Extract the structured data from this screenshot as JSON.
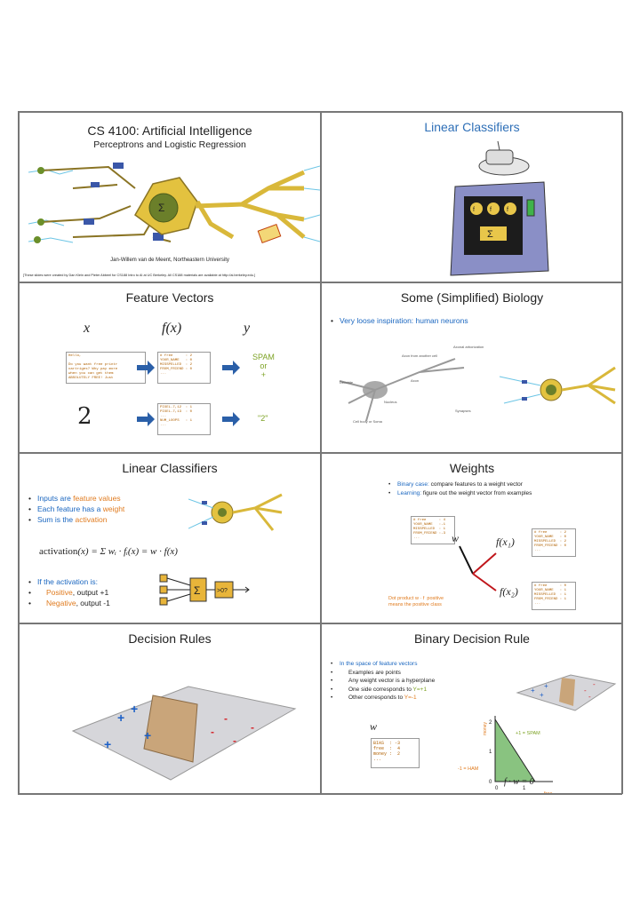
{
  "s1": {
    "title": "CS 4100: Artificial Intelligence",
    "subtitle": "Perceptrons and Logistic Regression",
    "author": "Jan-Willem van de Meent, Northeastern University",
    "credit": "[These slides were created by Dan Klein and Pieter Abbeel for CS188 Intro to AI at UC Berkeley.  All CS188 materials are available at http://ai.berkeley.edu.]"
  },
  "s2": {
    "title": "Linear Classifiers"
  },
  "s3": {
    "title": "Feature Vectors",
    "x": "x",
    "fx": "f(x)",
    "y": "y",
    "email": "Hello,\n\nDo you want free printr\ncartriges? Why pay more\nwhen you can get them\nABSOLUTELY FREE! Just",
    "features1": "# free      : 2\nYOUR_NAME   : 0\nMISSPELLED  : 2\nFROM_FRIEND : 0\n...",
    "spam": "SPAM",
    "or": "or",
    "plus": "+",
    "features2": "PIXEL-7,12  : 1\nPIXEL-7,13  : 0\n...\nNUM_LOOPS   : 1\n...",
    "label2": "\"2\""
  },
  "s4": {
    "title": "Some (Simplified) Biology",
    "bullet": "Very loose inspiration: human neurons"
  },
  "s5": {
    "title": "Linear Classifiers",
    "b1a": "Inputs are ",
    "b1b": "feature values",
    "b2a": "Each feature has a ",
    "b2b": "weight",
    "b3a": "Sum is the ",
    "b3b": "activation",
    "formula": "activation",
    "formula_rest": "(x) = Σ wᵢ · fᵢ(x) = w · f(x)",
    "if": "If the activation is:",
    "pos": "Positive",
    "pos_rest": ", output +1",
    "neg": "Negative",
    "neg_rest": ", output -1",
    "gt": ">0?"
  },
  "s6": {
    "title": "Weights",
    "b1a": "Binary case:",
    "b1b": " compare features to a weight vector",
    "b2a": "Learning:",
    "b2b": " figure out the weight vector from examples",
    "w": "w",
    "f1": "f(x₁)",
    "f2": "f(x₂)",
    "wvec": "# free      : 4\nYOUR_NAME   :-1\nMISSPELLED  : 1\nFROM_FRIEND :-3\n...",
    "f1vec": "# free      : 2\nYOUR_NAME   : 0\nMISSPELLED  : 2\nFROM_FRIEND : 0\n...",
    "f2vec": "# free      : 0\nYOUR_NAME   : 1\nMISSPELLED  : 1\nFROM_FRIEND : 1\n...",
    "dot": "Dot product w · f  positive\nmeans the positive class"
  },
  "s7": {
    "title": "Decision Rules"
  },
  "s8": {
    "title": "Binary Decision Rule",
    "b1": "In the space of feature vectors",
    "b2": "Examples are points",
    "b3": "Any weight vector is a hyperplane",
    "b4a": "One side corresponds to ",
    "b4b": "Y=+1",
    "b5a": "Other corresponds to ",
    "b5b": "Y=-1",
    "w": "w",
    "table": "BIAS  : -3\nfree  :  4\nmoney :  2\n...",
    "ylabel": "money",
    "xlabel": "free",
    "spam": "+1 = SPAM",
    "ham": "-1 = HAM",
    "eq": "f · w = 0"
  },
  "colors": {
    "blue": "#1b67c0",
    "orange": "#e07b1f",
    "green": "#7ea326",
    "neuron": "#d9b83a"
  }
}
